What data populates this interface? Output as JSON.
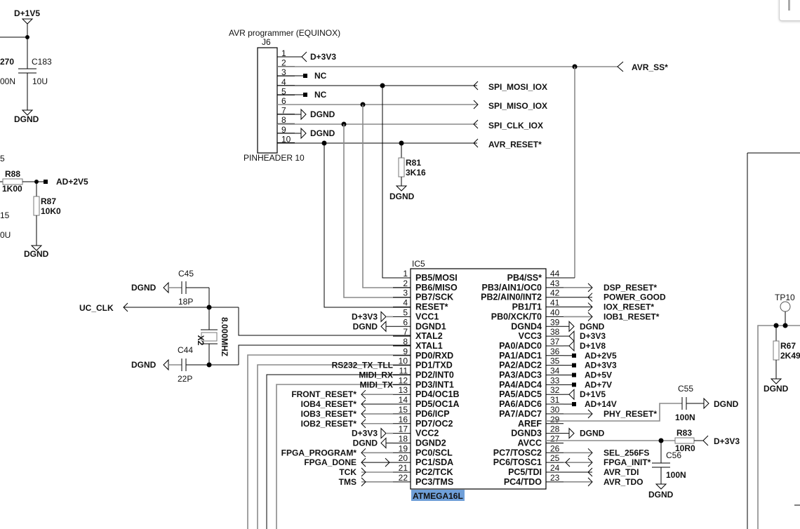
{
  "schematic": {
    "top_left": {
      "power_label": "D+1V5",
      "cap_ref": "C183",
      "cap_value": "10U",
      "partial_cap_ref": "270",
      "partial_cap_value": "00N",
      "gnd_label": "DGND",
      "partial_label_2v5": "5",
      "res1_ref": "R88",
      "res1_value": "1K00",
      "net_label": "AD+2V5",
      "res2_ref": "R87",
      "res2_value": "10K0",
      "partial_cap2_ref": "15",
      "partial_cap2_value": "0U",
      "gnd2_label": "DGND"
    },
    "connector": {
      "title": "AVR programmer (EQUINOX)",
      "ref": "J6",
      "footprint": "PINHEADER 10",
      "pins": [
        "1",
        "2",
        "3",
        "4",
        "5",
        "6",
        "7",
        "8",
        "9",
        "10"
      ],
      "pin1_net": "D+3V3",
      "pin3_net": "NC",
      "pin5_net": "NC",
      "pin7_net": "DGND",
      "pin9_net": "DGND"
    },
    "spi_nets": {
      "avr_ss": "AVR_SS*",
      "mosi": "SPI_MOSI_IOX",
      "miso": "SPI_MISO_IOX",
      "clk": "SPI_CLK_IOX",
      "reset": "AVR_RESET*"
    },
    "r81": {
      "ref": "R81",
      "value": "3K16",
      "gnd": "DGND"
    },
    "clock": {
      "c45_ref": "C45",
      "c45_value": "18P",
      "c44_ref": "C44",
      "c44_value": "22P",
      "xtal_ref": "X2",
      "xtal_value": "8.000MHZ",
      "net": "UC_CLK",
      "gnd1": "DGND",
      "gnd2": "DGND"
    },
    "ic": {
      "ref": "IC5",
      "part": "ATMEGA16L",
      "left_pins": [
        {
          "num": "1",
          "name": "PB5/MOSI",
          "net": ""
        },
        {
          "num": "2",
          "name": "PB6/MISO",
          "net": ""
        },
        {
          "num": "3",
          "name": "PB7/SCK",
          "net": ""
        },
        {
          "num": "4",
          "name": "RESET*",
          "net": ""
        },
        {
          "num": "5",
          "name": "VCC1",
          "net": "D+3V3"
        },
        {
          "num": "6",
          "name": "DGND1",
          "net": "DGND"
        },
        {
          "num": "7",
          "name": "XTAL2",
          "net": ""
        },
        {
          "num": "8",
          "name": "XTAL1",
          "net": ""
        },
        {
          "num": "9",
          "name": "PD0/RXD",
          "net": ""
        },
        {
          "num": "10",
          "name": "PD1/TXD",
          "net": "RS232_TX_TLL"
        },
        {
          "num": "11",
          "name": "PD2/INT0",
          "net": "MIDI_RX"
        },
        {
          "num": "12",
          "name": "PD3/INT1",
          "net": "MIDI_TX"
        },
        {
          "num": "13",
          "name": "PD4/OC1B",
          "net": "FRONT_RESET*"
        },
        {
          "num": "14",
          "name": "PD5/OC1A",
          "net": "IOB4_RESET*"
        },
        {
          "num": "15",
          "name": "PD6/ICP",
          "net": "IOB3_RESET*"
        },
        {
          "num": "16",
          "name": "PD7/OC2",
          "net": "IOB2_RESET*"
        },
        {
          "num": "17",
          "name": "VCC2",
          "net": "D+3V3"
        },
        {
          "num": "18",
          "name": "DGND2",
          "net": "DGND"
        },
        {
          "num": "19",
          "name": "PC0/SCL",
          "net": "FPGA_PROGRAM*"
        },
        {
          "num": "20",
          "name": "PC1/SDA",
          "net": "FPGA_DONE"
        },
        {
          "num": "21",
          "name": "PC2/TCK",
          "net": "TCK"
        },
        {
          "num": "22",
          "name": "PC3/TMS",
          "net": "TMS"
        }
      ],
      "right_pins": [
        {
          "num": "44",
          "name": "PB4/SS*",
          "net": ""
        },
        {
          "num": "43",
          "name": "PB3/AIN1/OC0",
          "net": "DSP_RESET*"
        },
        {
          "num": "42",
          "name": "PB2/AIN0/INT2",
          "net": "POWER_GOOD"
        },
        {
          "num": "41",
          "name": "PB1/T1",
          "net": "IOX_RESET*"
        },
        {
          "num": "40",
          "name": "PB0/XCK/T0",
          "net": "IOB1_RESET*"
        },
        {
          "num": "39",
          "name": "DGND4",
          "net": "DGND"
        },
        {
          "num": "38",
          "name": "VCC3",
          "net": "D+3V3"
        },
        {
          "num": "37",
          "name": "PA0/ADC0",
          "net": "D+1V8"
        },
        {
          "num": "36",
          "name": "PA1/ADC1",
          "net": "AD+2V5"
        },
        {
          "num": "35",
          "name": "PA2/ADC2",
          "net": "AD+3V3"
        },
        {
          "num": "34",
          "name": "PA3/ADC3",
          "net": "AD+5V"
        },
        {
          "num": "33",
          "name": "PA4/ADC4",
          "net": "AD+7V"
        },
        {
          "num": "32",
          "name": "PA5/ADC5",
          "net": "D+1V5"
        },
        {
          "num": "31",
          "name": "PA6/ADC6",
          "net": "AD+14V"
        },
        {
          "num": "30",
          "name": "PA7/ADC7",
          "net": "PHY_RESET*"
        },
        {
          "num": "29",
          "name": "AREF",
          "net": ""
        },
        {
          "num": "28",
          "name": "DGND3",
          "net": "DGND"
        },
        {
          "num": "27",
          "name": "AVCC",
          "net": ""
        },
        {
          "num": "26",
          "name": "PC7/TOSC2",
          "net": "SEL_256FS"
        },
        {
          "num": "25",
          "name": "PC6/TOSC1",
          "net": "FPGA_INIT*"
        },
        {
          "num": "24",
          "name": "PC5/TDI",
          "net": "AVR_TDI"
        },
        {
          "num": "23",
          "name": "PC4/TDO",
          "net": "AVR_TDO"
        }
      ]
    },
    "aref": {
      "c55_ref": "C55",
      "c55_value": "100N",
      "c55_gnd": "DGND",
      "r83_ref": "R83",
      "r83_value": "10R0",
      "r83_net": "D+3V3",
      "c56_ref": "C56",
      "c56_value": "100N",
      "c56_gnd": "DGND"
    },
    "tp": {
      "ref": "TP10",
      "r67_ref": "R67",
      "r67_value": "2K49",
      "gnd": "DGND"
    }
  }
}
